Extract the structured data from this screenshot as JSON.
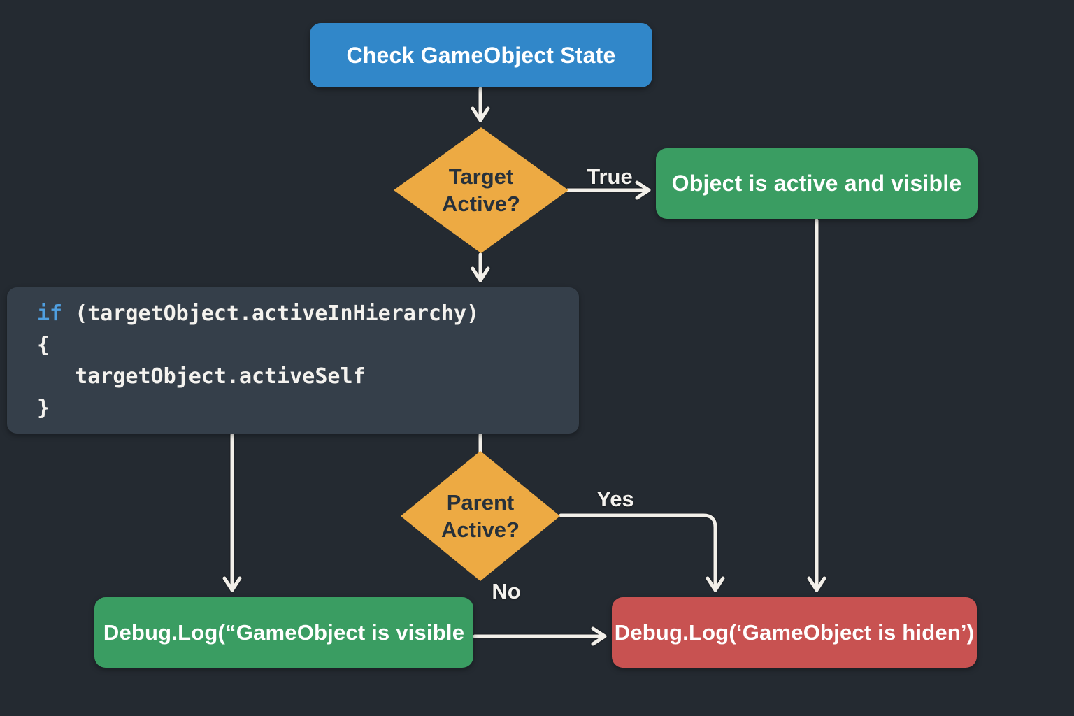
{
  "diagram_title": "GameObject state check flowchart",
  "colors": {
    "background": "#242a31",
    "process_blue": "#3187c9",
    "result_green": "#3a9d62",
    "result_red": "#c85251",
    "decision_orange": "#edaa43",
    "code_background": "#353f4a",
    "connector": "#f2efe9",
    "keyword_blue": "#4f9fe0",
    "decision_text": "#27313b"
  },
  "nodes": {
    "start": {
      "label": "Check GameObject State"
    },
    "decision_target": {
      "line1": "Target",
      "line2": "Active?"
    },
    "active_visible": {
      "label": "Object is active and visible"
    },
    "code": {
      "keyword": "if",
      "line1_rest": " (targetObject.activeInHierarchy)",
      "line2": "{",
      "line3": "   targetObject.activeSelf",
      "line4": "}"
    },
    "decision_parent": {
      "line1": "Parent",
      "line2": "Active?"
    },
    "log_visible": {
      "label": "Debug.Log(“GameObject is visible"
    },
    "log_hidden": {
      "label": "Debug.Log(‘GameObject is hiden’)"
    }
  },
  "edges": {
    "true_label": "True",
    "yes_label": "Yes",
    "no_label": "No"
  }
}
